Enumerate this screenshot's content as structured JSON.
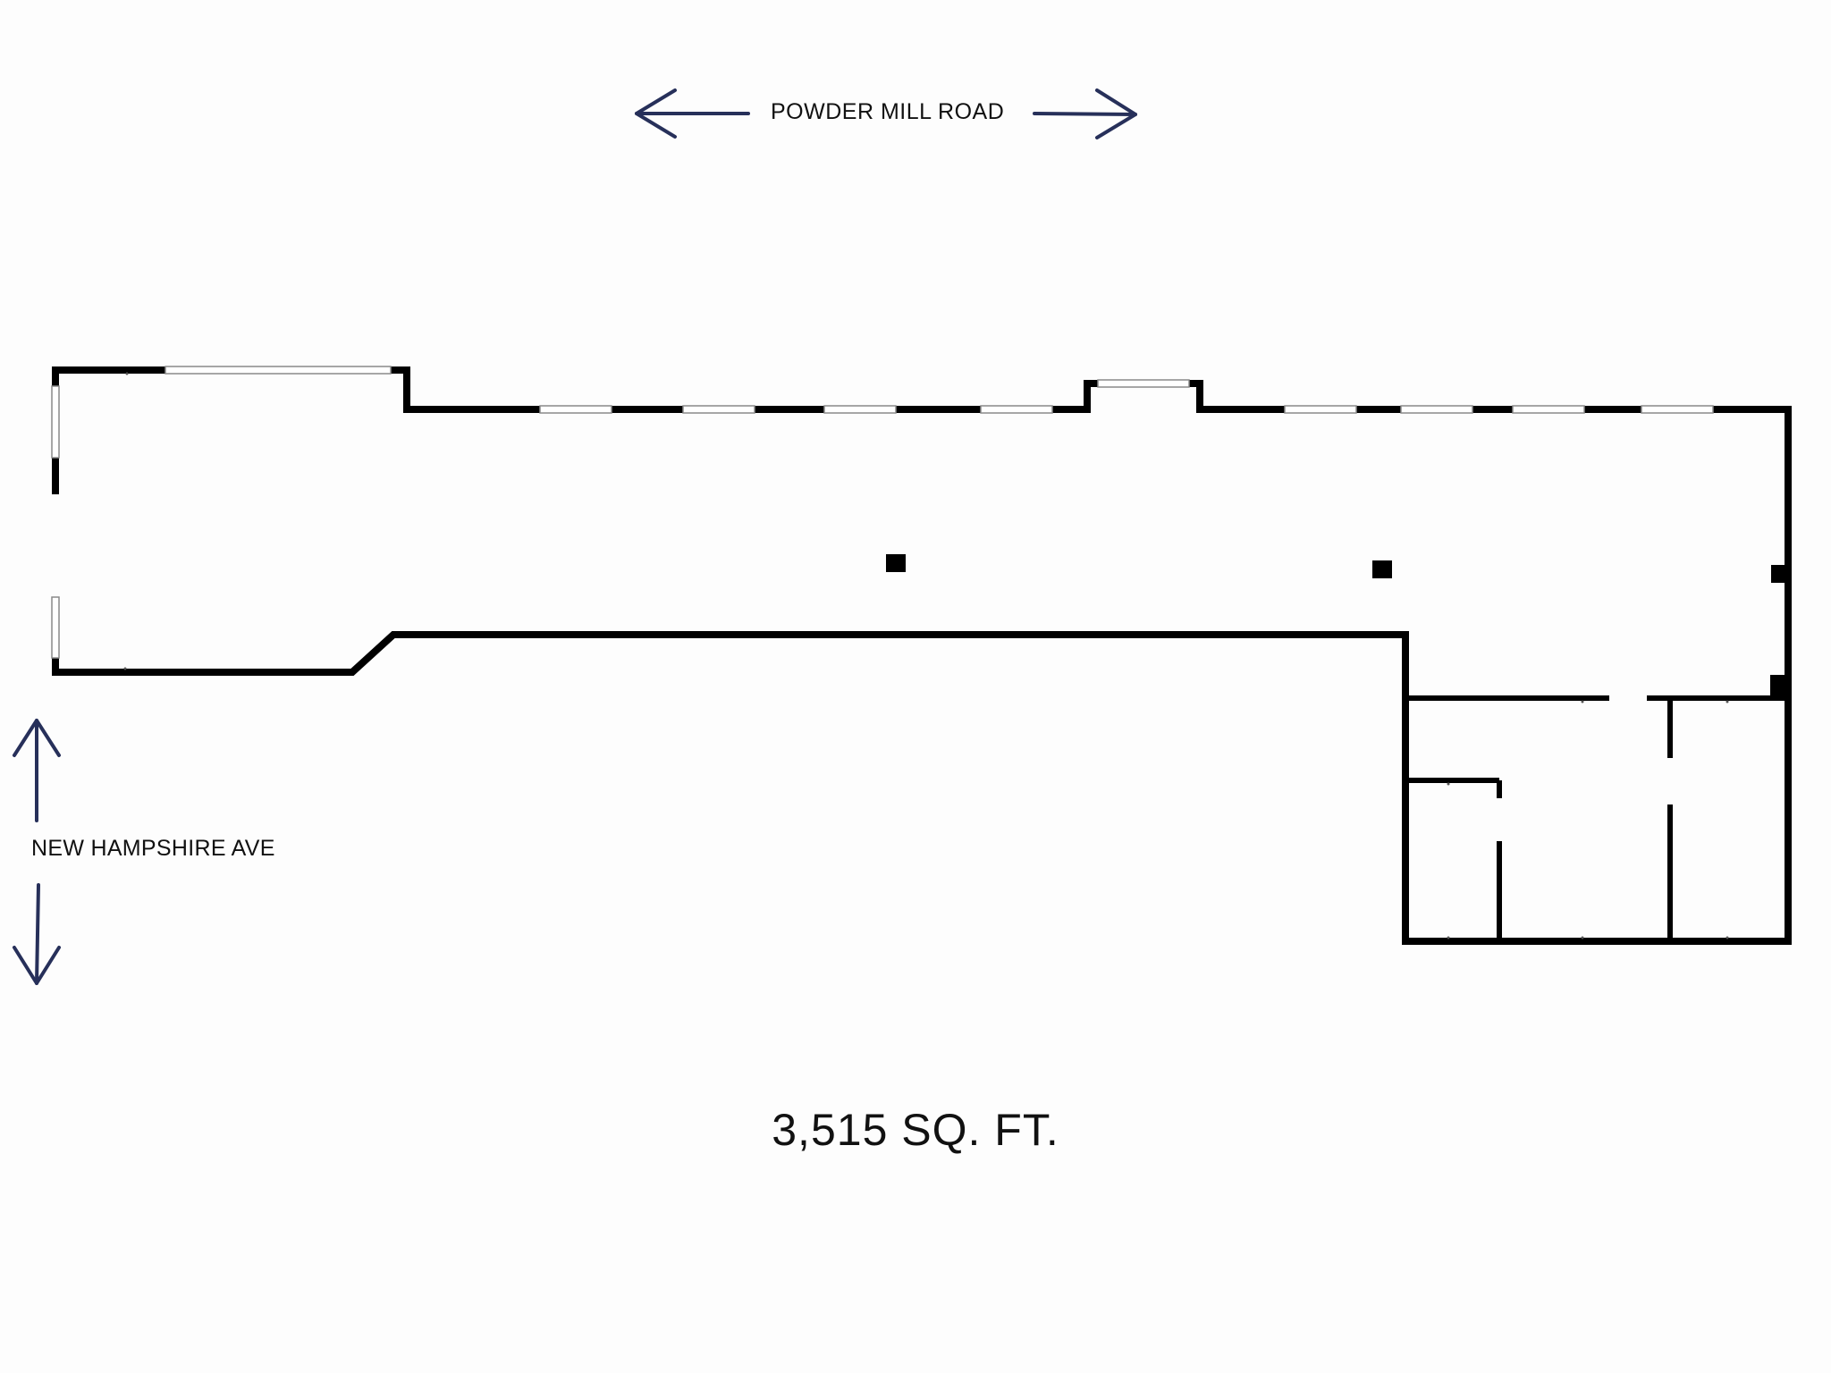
{
  "labels": {
    "street_top": "POWDER MILL ROAD",
    "street_left": "NEW HAMPSHIRE AVE",
    "area": "3,515 SQ. FT."
  },
  "colors": {
    "wall": "#000000",
    "arrow": "#27305a",
    "background": "#fdfdfd",
    "window_fill": "#ffffff",
    "window_line": "#8a8a8a"
  },
  "icons": {
    "arrow_left": "arrow-left-icon",
    "arrow_right": "arrow-right-icon",
    "arrow_up": "arrow-up-icon",
    "arrow_down": "arrow-down-icon"
  }
}
